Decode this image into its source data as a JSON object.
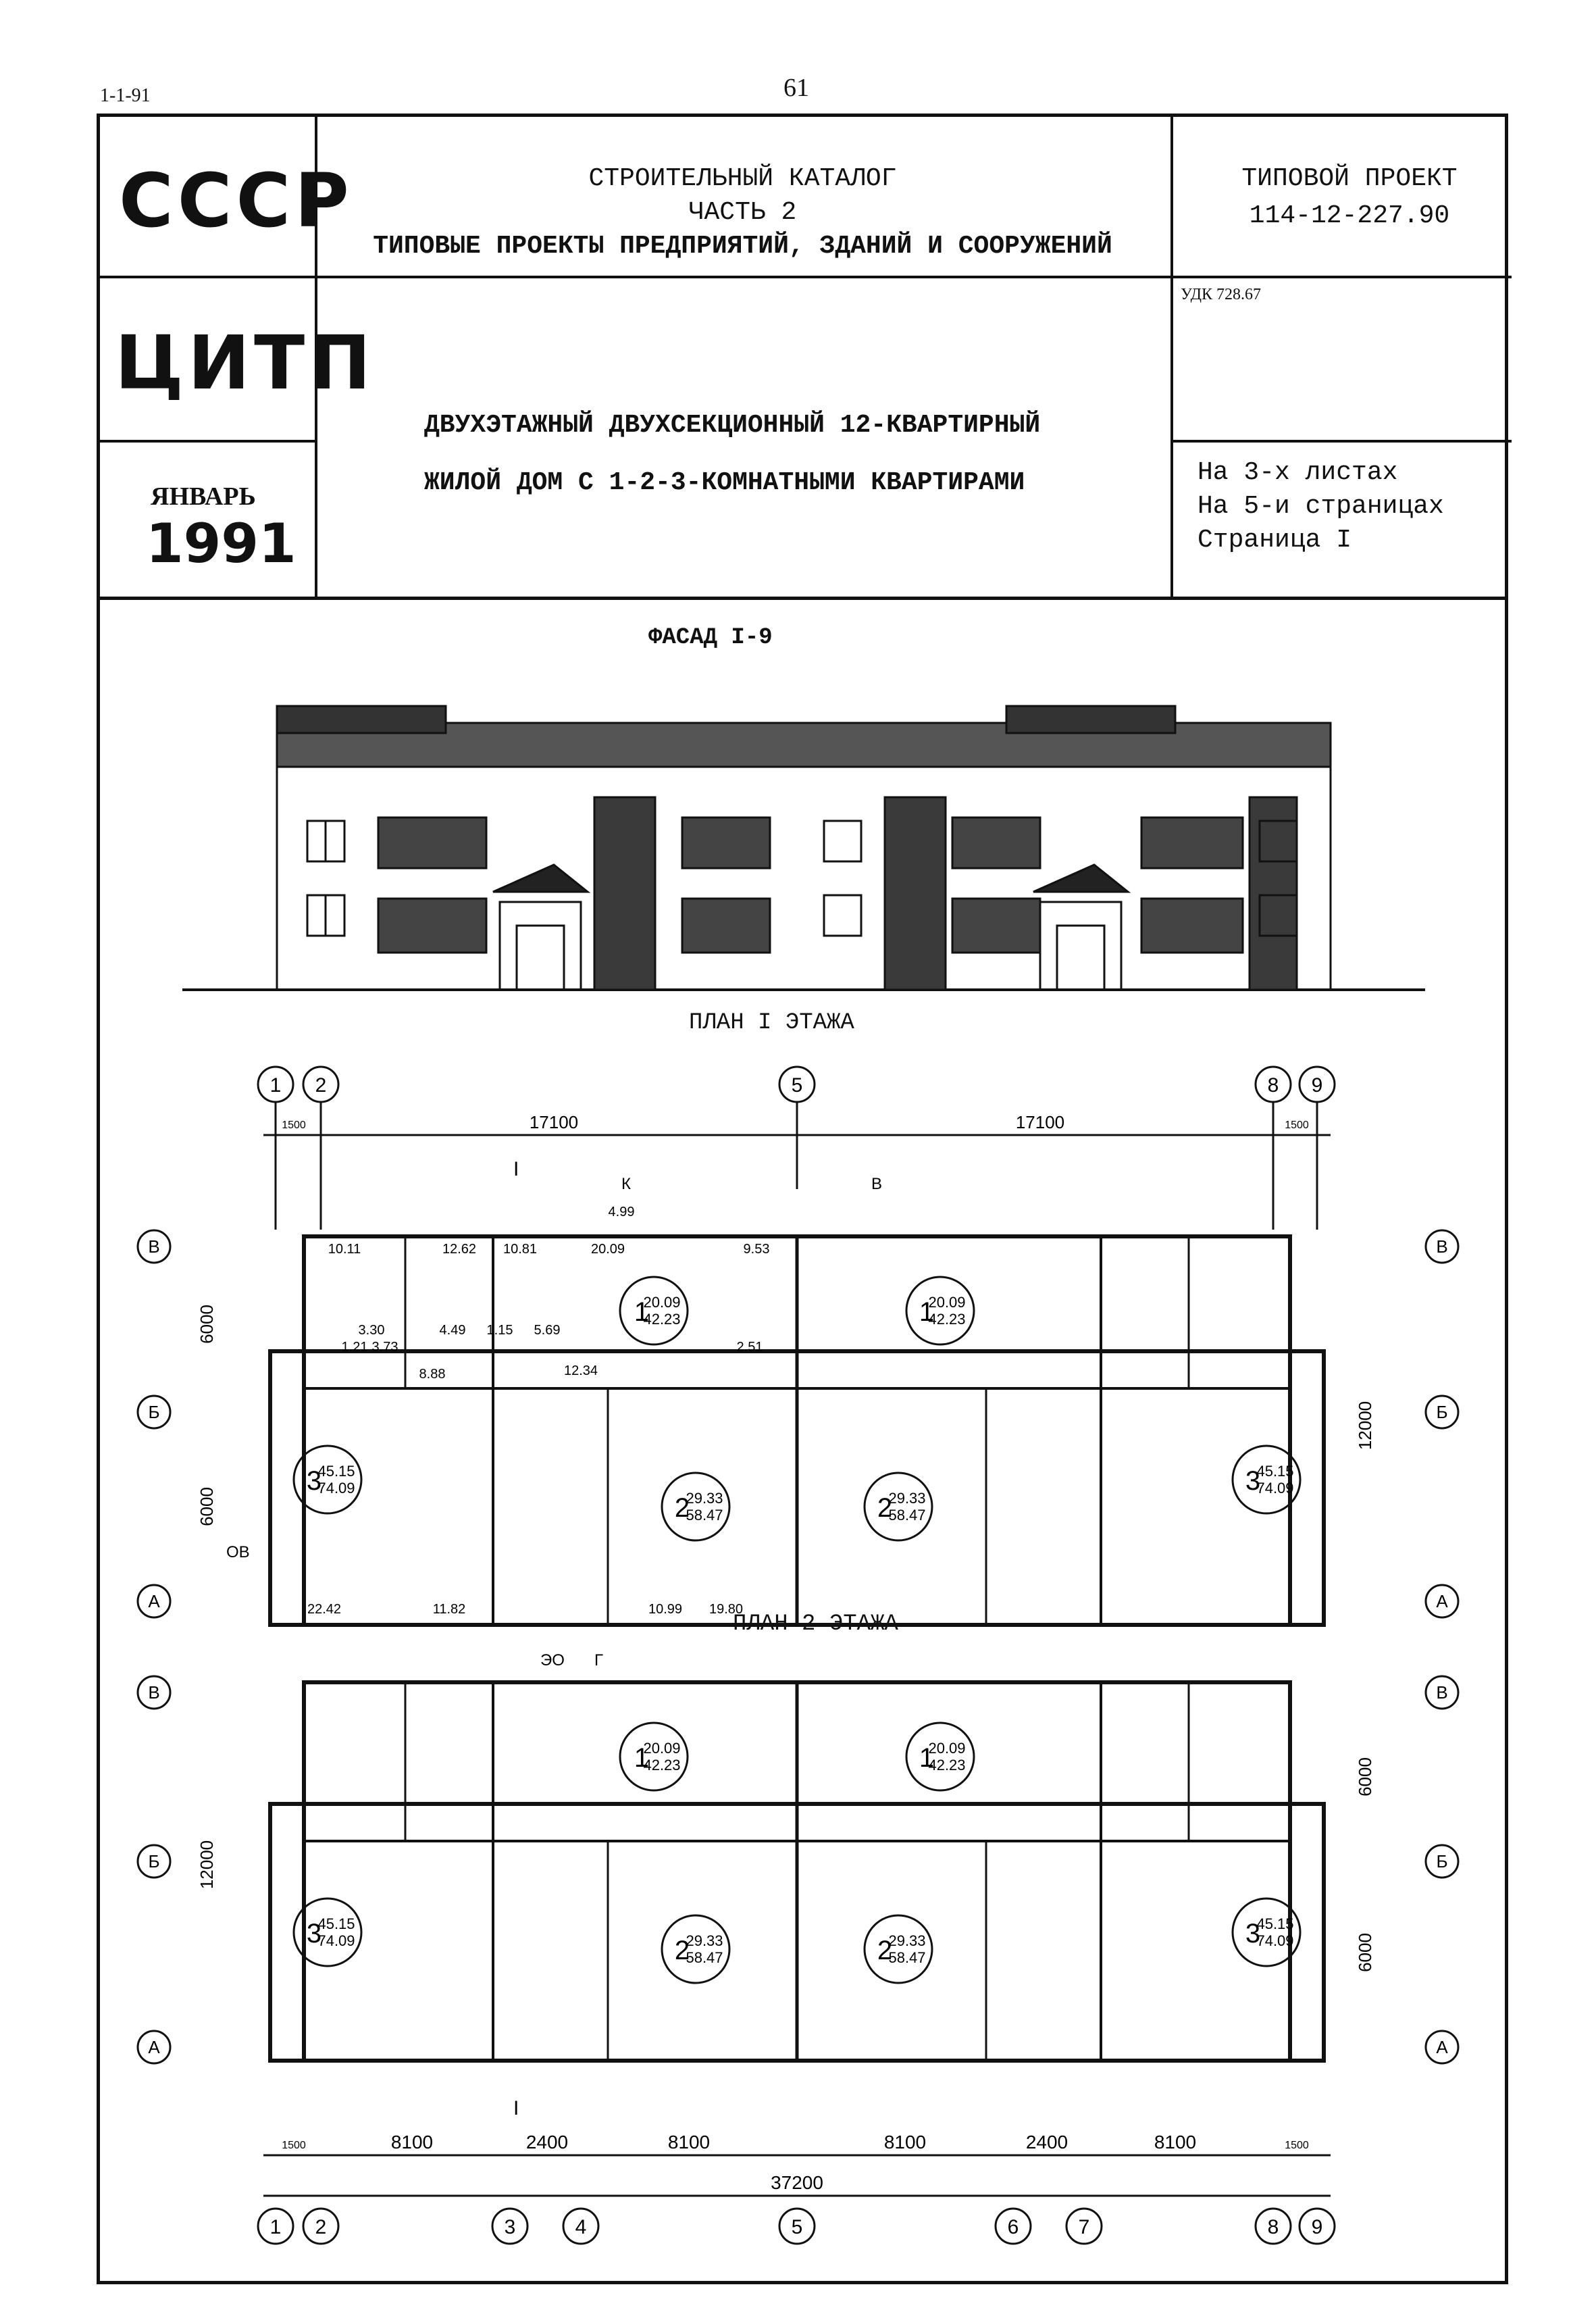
{
  "header": {
    "sheet_id": "1-1-91",
    "page_number": "61"
  },
  "title_block": {
    "country": "СССР",
    "org": "ЦИТП",
    "month": "ЯНВАРЬ",
    "year": "1991",
    "catalog_line1": "СТРОИТЕЛЬНЫЙ КАТАЛОГ",
    "catalog_line2": "ЧАСТЬ 2",
    "catalog_line3": "ТИПОВЫЕ ПРОЕКТЫ ПРЕДПРИЯТИЙ, ЗДАНИЙ И СООРУЖЕНИЙ",
    "project_label": "ТИПОВОЙ ПРОЕКТ",
    "project_code": "114-12-227.90",
    "udk": "УДК 728.67",
    "description_line1": "ДВУХЭТАЖНЫЙ ДВУХСЕКЦИОННЫЙ 12-КВАРТИРНЫЙ",
    "description_line2": "ЖИЛОЙ ДОМ С 1-2-3-КОМНАТНЫМИ КВАРТИРАМИ",
    "sheets_info1": "На 3-х листах",
    "sheets_info2": "На 5-и страницах",
    "sheets_info3": "Страница I"
  },
  "drawing": {
    "facade_title": "ФАСАД I-9",
    "plan1_title": "ПЛАН I ЭТАЖА",
    "plan2_title": "ПЛАН 2 ЭТАЖА",
    "axes_top": [
      "1",
      "2",
      "5",
      "8",
      "9"
    ],
    "axes_bottom": [
      "1",
      "2",
      "3",
      "4",
      "5",
      "6",
      "7",
      "8",
      "9"
    ],
    "axes_side": [
      "В",
      "Б",
      "А"
    ],
    "dims_top": [
      "1500",
      "17100",
      "17100",
      "1500"
    ],
    "dims_bottom": [
      "1500",
      "8100",
      "2400",
      "8100",
      "8100",
      "2400",
      "8100",
      "1500"
    ],
    "dim_total": "37200",
    "dim_side_6000": "6000",
    "dim_side_12000": "12000",
    "section_mark": "I",
    "entry_labels": [
      "К",
      "В",
      "ОВ",
      "ЭО",
      "Г"
    ],
    "apartments": [
      {
        "rooms": "1",
        "living": "20.09",
        "total": "42.23"
      },
      {
        "rooms": "2",
        "living": "29.33",
        "total": "58.47"
      },
      {
        "rooms": "3",
        "living": "45.15",
        "total": "74.09"
      }
    ],
    "room_areas": [
      "10.11",
      "12.62",
      "10.81",
      "20.09",
      "9.53",
      "4.99",
      "3.30",
      "1.21",
      "3.73",
      "4.49",
      "1.15",
      "5.69",
      "2.51",
      "8.88",
      "12.34",
      "22.42",
      "11.82",
      "10.99",
      "19.80"
    ]
  }
}
